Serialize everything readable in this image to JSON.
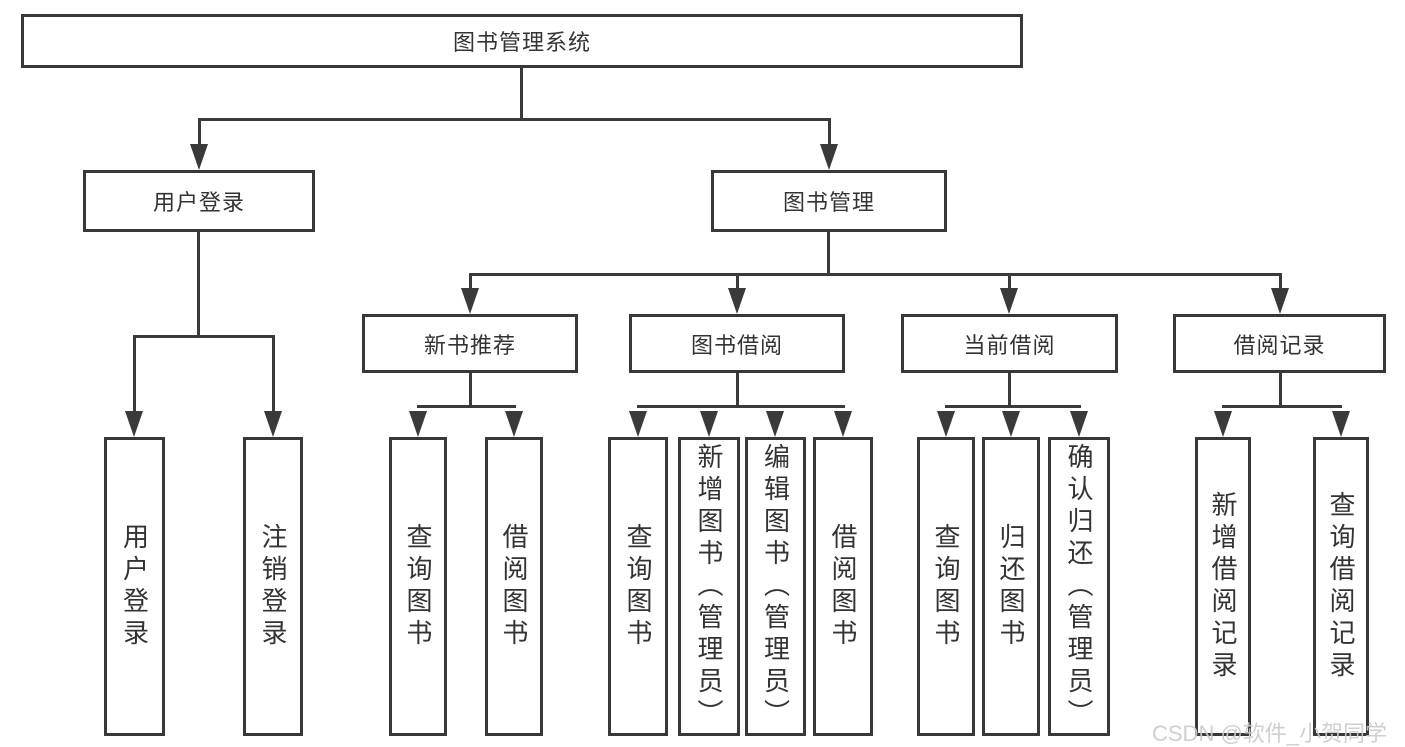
{
  "tree": {
    "root": {
      "label": "图书管理系统"
    },
    "level2": [
      {
        "label": "用户登录"
      },
      {
        "label": "图书管理"
      }
    ],
    "level3": [
      {
        "label": "新书推荐"
      },
      {
        "label": "图书借阅"
      },
      {
        "label": "当前借阅"
      },
      {
        "label": "借阅记录"
      }
    ],
    "leaves": {
      "user_login": [
        {
          "label": "用户登录"
        },
        {
          "label": "注销登录"
        }
      ],
      "new_book": [
        {
          "label": "查询图书"
        },
        {
          "label": "借阅图书"
        }
      ],
      "book_borrow": [
        {
          "label": "查询图书"
        },
        {
          "label": "新增图书（管理员）"
        },
        {
          "label": "编辑图书（管理员）"
        },
        {
          "label": "借阅图书"
        }
      ],
      "current_borrow": [
        {
          "label": "查询图书"
        },
        {
          "label": "归还图书"
        },
        {
          "label": "确认归还（管理员）"
        }
      ],
      "borrow_record": [
        {
          "label": "新增借阅记录"
        },
        {
          "label": "查询借阅记录"
        }
      ]
    }
  },
  "watermark": {
    "text": "CSDN @软件_小贺同学"
  },
  "colors": {
    "line": "#3a3a3a",
    "text": "#333333",
    "background": "#ffffff",
    "watermark": "#cbcbcb"
  }
}
